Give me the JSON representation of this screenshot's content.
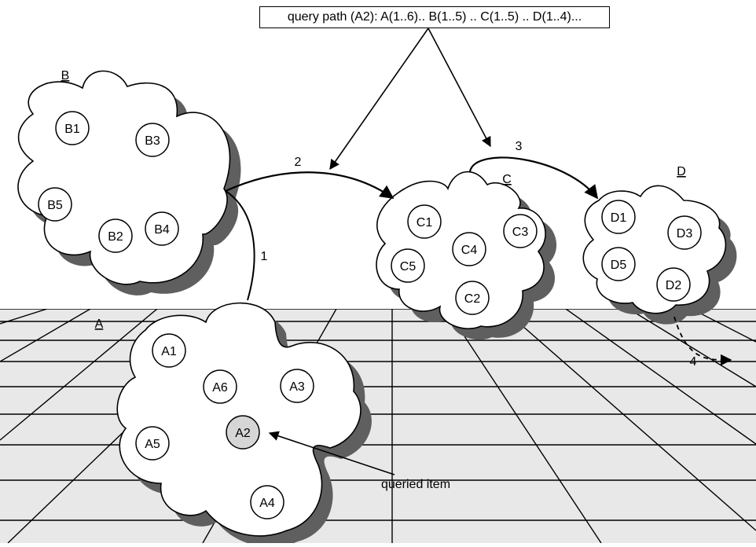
{
  "query_path": "query path (A2): A(1..6).. B(1..5) .. C(1..5) .. D(1..4)...",
  "annotation": "queried item",
  "clusters": {
    "A": {
      "label": "A",
      "nodes": [
        "A1",
        "A6",
        "A3",
        "A5",
        "A2",
        "A4"
      ],
      "highlighted": "A2"
    },
    "B": {
      "label": "B",
      "nodes": [
        "B1",
        "B3",
        "B5",
        "B2",
        "B4"
      ]
    },
    "C": {
      "label": "C",
      "nodes": [
        "C1",
        "C3",
        "C4",
        "C5",
        "C2"
      ]
    },
    "D": {
      "label": "D",
      "nodes": [
        "D1",
        "D3",
        "D5",
        "D2"
      ]
    }
  },
  "edges": [
    {
      "label": "1",
      "from": "A",
      "to": "B",
      "style": "solid"
    },
    {
      "label": "2",
      "from": "B",
      "to": "C",
      "style": "solid"
    },
    {
      "label": "3",
      "from": "C",
      "to": "D",
      "style": "solid"
    },
    {
      "label": "4",
      "from": "D",
      "to": "",
      "style": "dashed"
    }
  ],
  "colors": {
    "floor": "#e8e8e8",
    "shadow": "#5f5f5f",
    "highlight": "#d6d6d6"
  }
}
